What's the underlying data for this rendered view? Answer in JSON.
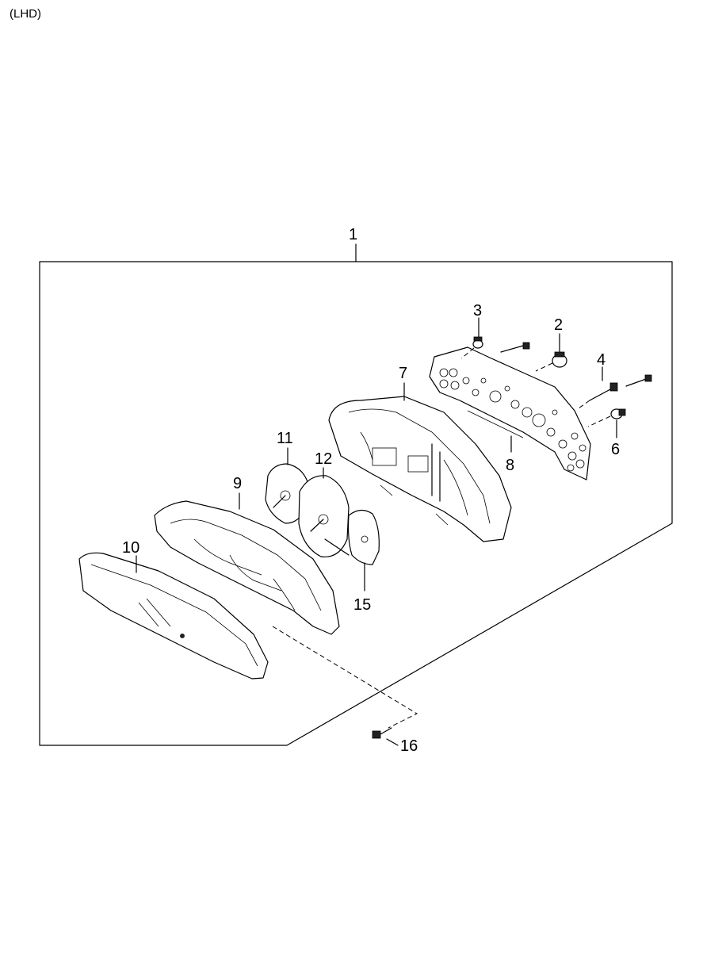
{
  "variant_label": "(LHD)",
  "callouts": {
    "p1": "1",
    "p2": "2",
    "p3": "3",
    "p4": "4",
    "p6": "6",
    "p7": "7",
    "p8": "8",
    "p9": "9",
    "p10": "10",
    "p11": "11",
    "p12": "12",
    "p15": "15",
    "p16": "16"
  }
}
